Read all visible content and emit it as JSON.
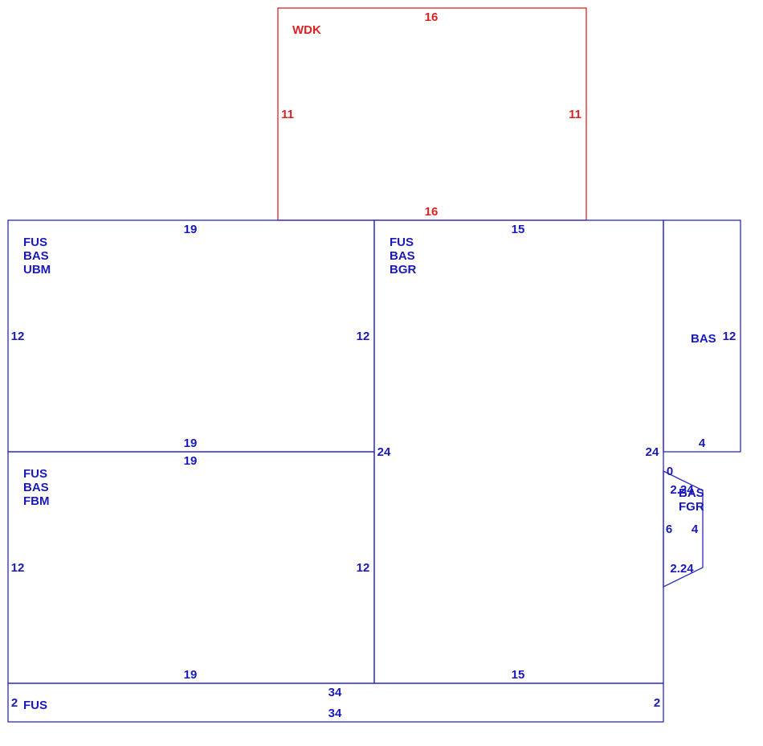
{
  "colors": {
    "main": "#1a1ab8",
    "deck": "#dd2222"
  },
  "areas": {
    "wdk": {
      "code": "WDK",
      "top": "16",
      "bottom": "16",
      "left": "11",
      "right": "11"
    },
    "ubm": {
      "codes": [
        "FUS",
        "BAS",
        "UBM"
      ],
      "top": "19",
      "bottom": "19",
      "left": "12",
      "right": "12"
    },
    "fbm": {
      "codes": [
        "FUS",
        "BAS",
        "FBM"
      ],
      "top": "19",
      "bottom": "19",
      "left": "12",
      "right": "12"
    },
    "bgr": {
      "codes": [
        "FUS",
        "BAS",
        "BGR"
      ],
      "top": "15",
      "bottom": "15",
      "left": "24",
      "right": "24"
    },
    "bas_side": {
      "code": "BAS",
      "right": "12",
      "bottom": "4"
    },
    "fgr": {
      "codes": [
        "BAS",
        "FGR"
      ],
      "top": "0",
      "left": "6",
      "right": "4",
      "diag_top": "2.24",
      "diag_bottom": "2.24"
    },
    "fus_strip": {
      "code": "FUS",
      "top": "34",
      "bottom": "34",
      "left": "2",
      "right": "2"
    }
  }
}
